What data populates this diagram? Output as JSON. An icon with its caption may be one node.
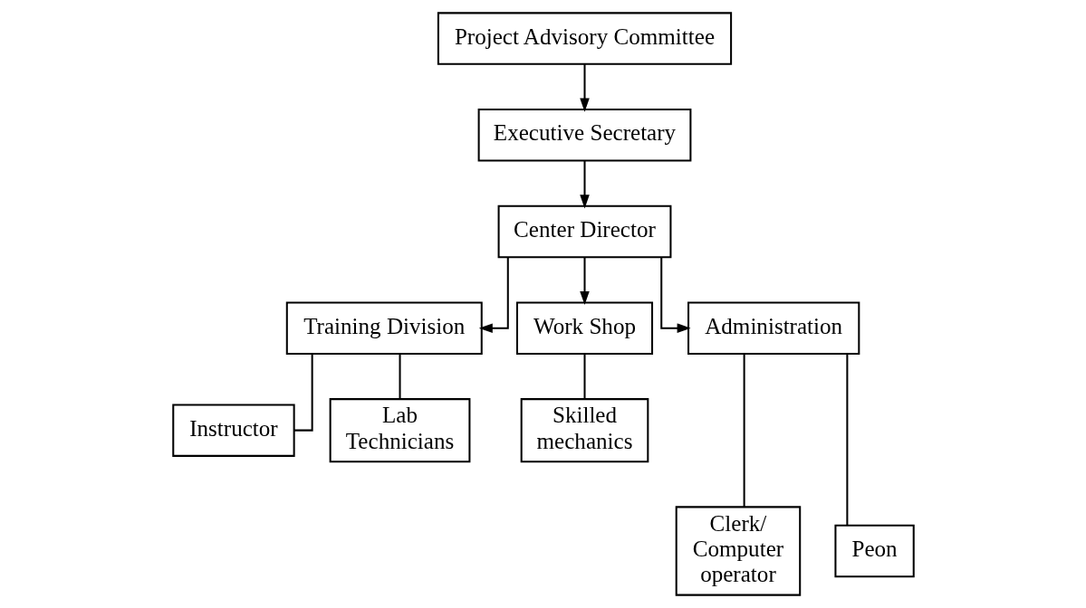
{
  "diagram": {
    "nodes": [
      {
        "text": [
          "Project Advisory Committee"
        ]
      },
      {
        "text": [
          "Executive Secretary"
        ]
      },
      {
        "text": [
          "Center Director"
        ]
      },
      {
        "text": [
          "Training Division"
        ]
      },
      {
        "text": [
          "Work Shop"
        ]
      },
      {
        "text": [
          "Administration"
        ]
      },
      {
        "text": [
          "Instructor"
        ]
      },
      {
        "text": [
          "Lab Technicians"
        ]
      },
      {
        "text": [
          "Skilled mechanics"
        ]
      },
      {
        "text": [
          "Clerk/ Computer operator"
        ]
      },
      {
        "text": [
          "Peon"
        ]
      }
    ],
    "edges": [
      {
        "from": 0,
        "to": 1,
        "arrow": "to"
      },
      {
        "from": 1,
        "to": 2,
        "arrow": "to"
      },
      {
        "from": 2,
        "to": 3,
        "arrow": "to"
      },
      {
        "from": 2,
        "to": 4,
        "arrow": "to"
      },
      {
        "from": 2,
        "to": 5,
        "arrow": "to"
      },
      {
        "from": 3,
        "to": 6,
        "arrow": "none"
      },
      {
        "from": 3,
        "to": 7,
        "arrow": "none"
      },
      {
        "from": 4,
        "to": 8,
        "arrow": "none"
      },
      {
        "from": 5,
        "to": 9,
        "arrow": "none"
      },
      {
        "from": 5,
        "to": 10,
        "arrow": "none"
      }
    ]
  }
}
